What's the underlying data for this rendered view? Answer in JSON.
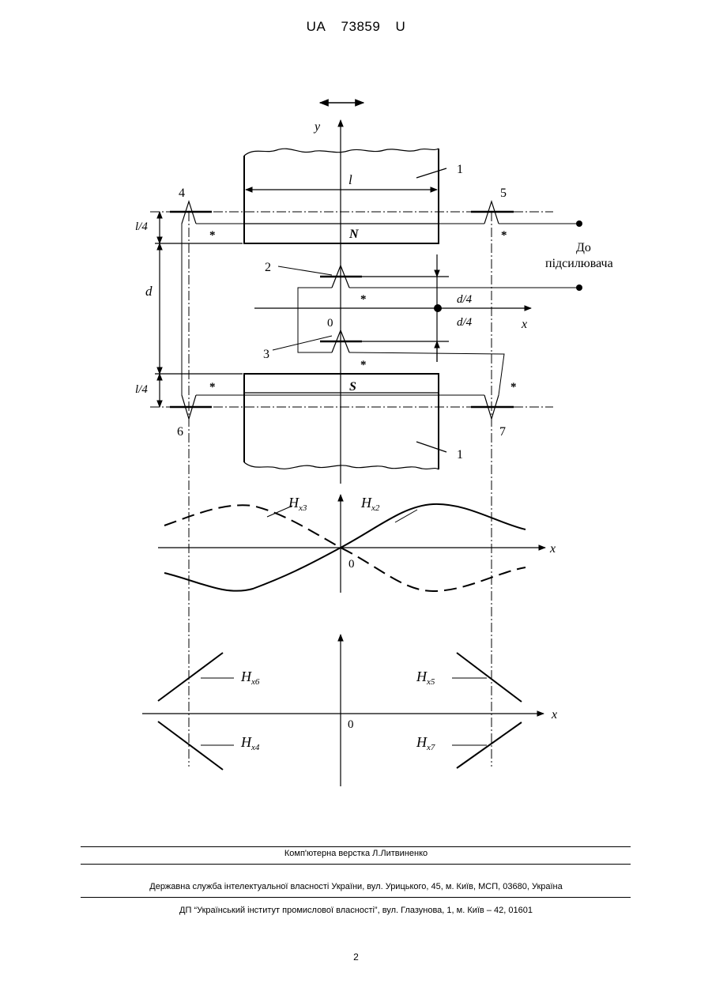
{
  "header": {
    "office": "UA",
    "number": "73859",
    "kind": "U"
  },
  "figure": {
    "axis_y": "y",
    "axis_x": "x",
    "origin": "0",
    "magnet_label": "1",
    "pole_north": "N",
    "pole_south": "S",
    "length_l": "l",
    "l_quarter": "l/4",
    "gap_d": "d",
    "d_quarter": "d/4",
    "sensors": [
      "2",
      "3",
      "4",
      "5",
      "6",
      "7"
    ],
    "star": "*",
    "amplifier_line1": "До",
    "amplifier_line2": "підсилювача",
    "curves_top": {
      "main": "H",
      "hx2_sub": "x2",
      "hx3_sub": "x3"
    },
    "curves_bottom": {
      "main": "H",
      "hx4_sub": "x4",
      "hx5_sub": "x5",
      "hx6_sub": "x6",
      "hx7_sub": "x7"
    }
  },
  "footer": {
    "typesetting": "Комп'ютерна верстка Л.Литвиненко",
    "agency": "Державна служба інтелектуальної власності України, вул. Урицького, 45, м. Київ, МСП, 03680, Україна",
    "institute": "ДП “Український інститут промислової власності”, вул. Глазунова, 1, м. Київ – 42, 01601"
  },
  "page_number": "2"
}
